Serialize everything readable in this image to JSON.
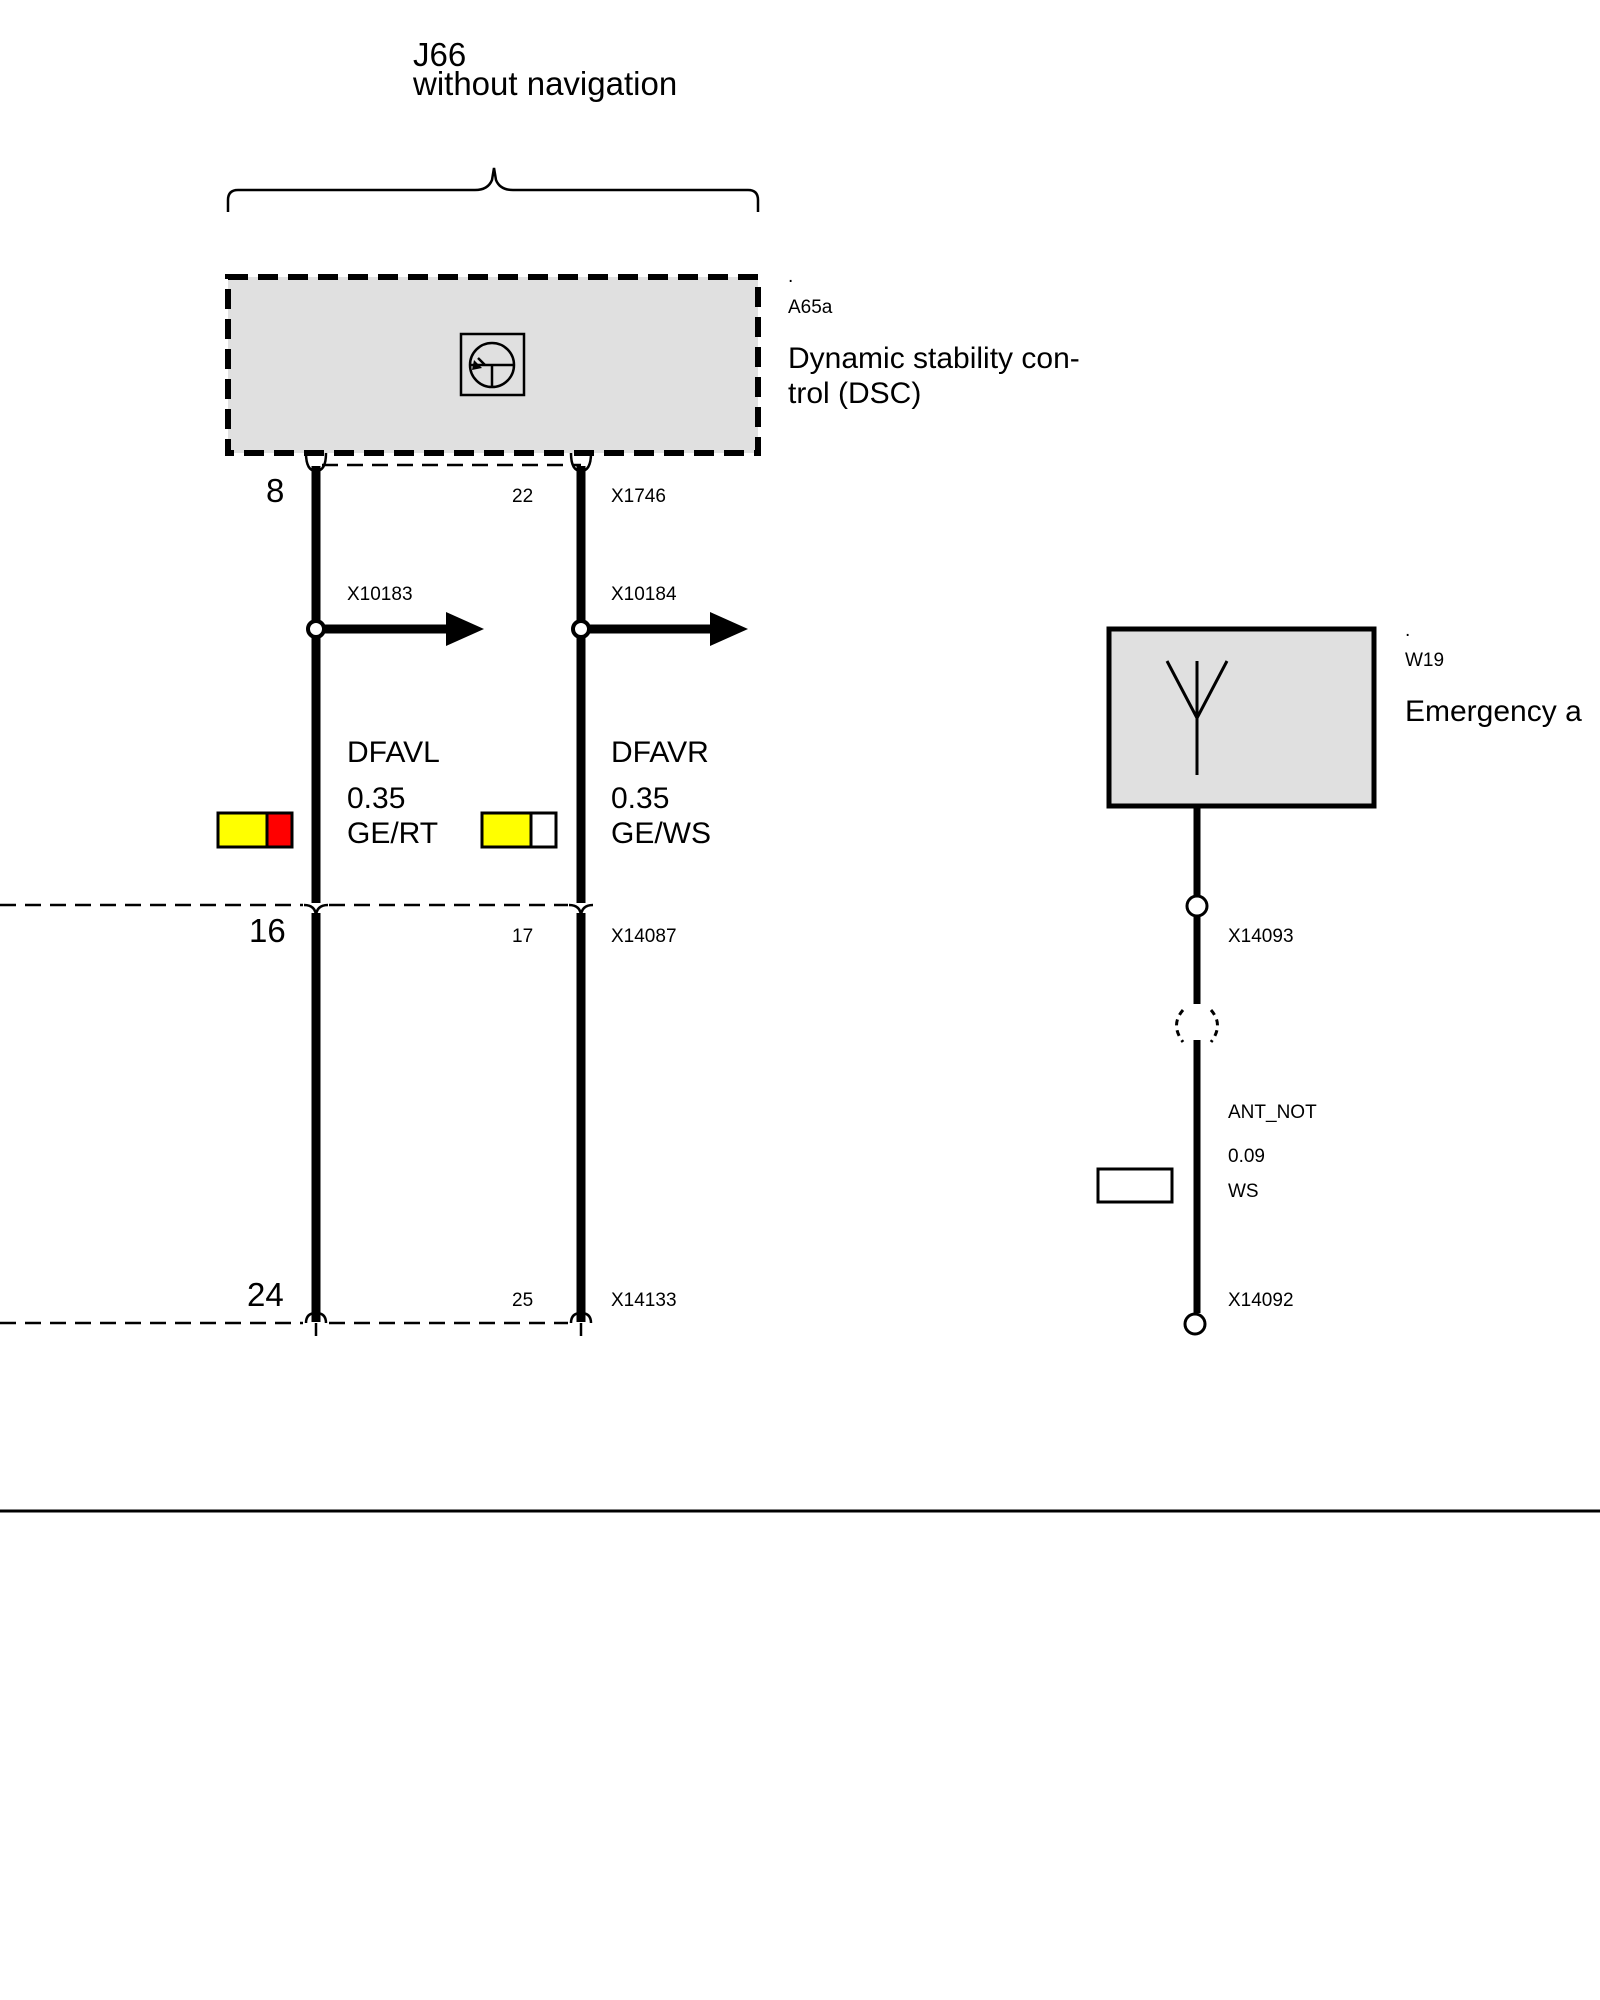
{
  "group": {
    "title": "J66",
    "subtitle": "without navigation"
  },
  "dsc": {
    "dot": ".",
    "code": "A65a",
    "name_line1": "Dynamic stability con-",
    "name_line2": "trol (DSC)",
    "icon": "transistor-icon"
  },
  "connectors": {
    "top": {
      "pin_left": "8",
      "pin_right": "22",
      "code": "X1746"
    },
    "mid": {
      "pin_left": "16",
      "pin_right": "17",
      "code": "X14087"
    },
    "bottom": {
      "pin_left": "24",
      "pin_right": "25",
      "code": "X14133"
    }
  },
  "splices": {
    "left": "X10183",
    "right": "X10184"
  },
  "wires": [
    {
      "signal": "DFAVL",
      "gauge": "0.35",
      "color_code": "GE/RT",
      "colors": [
        "#ffff00",
        "#ff0000"
      ]
    },
    {
      "signal": "DFAVR",
      "gauge": "0.35",
      "color_code": "GE/WS",
      "colors": [
        "#ffff00",
        "#ffffff"
      ]
    }
  ],
  "antenna": {
    "dot": ".",
    "code": "W19",
    "name": "Emergency a",
    "icon": "antenna-icon",
    "connector_top": "X14093",
    "connector_bottom": "X14092",
    "wire": {
      "signal": "ANT_NOT",
      "gauge": "0.09",
      "color_code": "WS",
      "colors": [
        "#ffffff"
      ]
    }
  },
  "colors": {
    "component_fill": "#e0e0e0",
    "yellow": "#ffff00",
    "red": "#ff0000",
    "white": "#ffffff",
    "line": "#000000"
  }
}
